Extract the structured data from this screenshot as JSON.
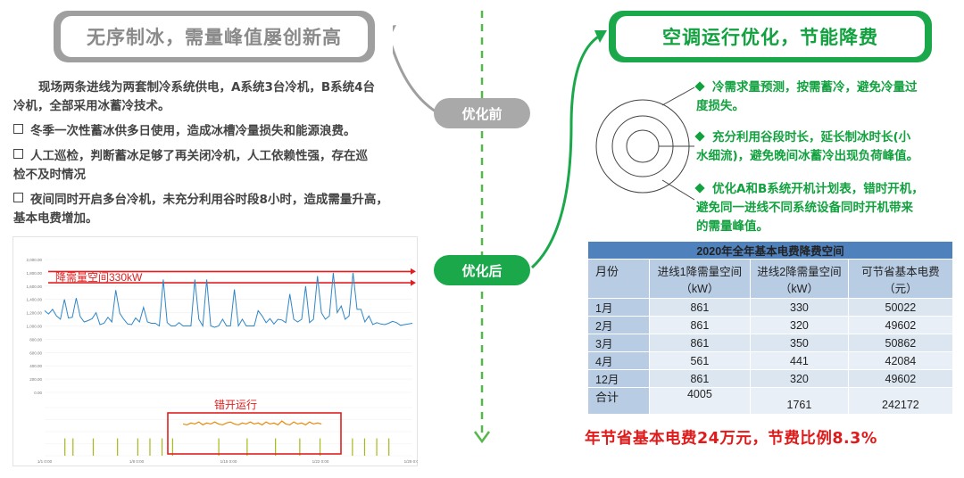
{
  "left": {
    "title": "无序制冰，需量峰值屡创新高",
    "intro_line1": "现场两条进线为两套制冷系统供电，A系统3台冷机，B系统4台",
    "intro_line2": "冷机，全部采用冰蓄冷技术。",
    "bullets": [
      {
        "lines": [
          "冬季一次性蓄冰供多日使用，造成冰槽冷量损失和能源浪费。"
        ]
      },
      {
        "lines": [
          "人工巡检，判断蓄冰足够了再关闭冷机，人工依赖性强，存在巡",
          "检不及时情况"
        ]
      },
      {
        "lines": [
          "夜间同时开启多台冷机，未充分利用谷时段8小时，造成需量升高，",
          "基本电费增加。"
        ]
      }
    ]
  },
  "center": {
    "before_label": "优化前",
    "after_label": "优化后"
  },
  "right": {
    "title": "空调运行优化，节能降费",
    "bullets": [
      {
        "lines": [
          "冷需求量预测，按需蓄冷，避免冷量过",
          "度损失。"
        ]
      },
      {
        "lines": [
          "充分利用谷段时长，延长制冰时长(小",
          "水细流)，避免晚间冰蓄冷出现负荷峰值。"
        ]
      },
      {
        "lines": [
          "优化A和B系统开机计划表，错时开机，",
          "避免同一进线不同系统设备同时开机带来",
          "的需量峰值。"
        ]
      }
    ],
    "table": {
      "caption": "2020年全年基本电费降费空间",
      "headers": [
        "月份",
        "进线1降需量空间（kW）",
        "进线2降需量空间（kW）",
        "可节省基本电费（元）"
      ],
      "rows": [
        [
          "1月",
          "861",
          "330",
          "50022"
        ],
        [
          "2月",
          "861",
          "320",
          "49602"
        ],
        [
          "3月",
          "861",
          "350",
          "50862"
        ],
        [
          "4月",
          "561",
          "441",
          "42084"
        ],
        [
          "12月",
          "861",
          "320",
          "49602"
        ],
        [
          "合计",
          "4005",
          "1761",
          "242172"
        ]
      ]
    },
    "summary": "年节省基本电费24万元，节费比例8.3%"
  },
  "chart_data": {
    "type": "line",
    "annotations": [
      "降需量空间330kW",
      "错开运行"
    ],
    "y_ticks": [
      "2,000.00",
      "1,800.00",
      "1,600.00",
      "1,400.00",
      "1,200.00",
      "1,000.00",
      "800.00",
      "600.00",
      "400.00",
      "200.00",
      "0.00"
    ],
    "x_ticks": [
      "1/1 0:00",
      "1/8 0:00",
      "1/15 0:00",
      "1/22 0:00",
      "1/29 0:00"
    ],
    "ylim": [
      0,
      2000
    ],
    "series": [
      {
        "color": "#2f86c7",
        "values": [
          1230,
          1180,
          1250,
          1150,
          1100,
          1400,
          1120,
          1130,
          1420,
          1140,
          1060,
          1080,
          1110,
          1200,
          1020,
          1040,
          1130,
          1060,
          1540,
          1190,
          1100,
          1030,
          1020,
          1120,
          1060,
          1280,
          1060,
          1040,
          1040,
          1000,
          1700,
          1050,
          1000,
          1000,
          1050,
          1000,
          1000,
          1000,
          1700,
          1100,
          1000,
          1700,
          1000,
          980,
          1000,
          1100,
          1000,
          1000,
          1550,
          1000,
          1100,
          1000,
          1000,
          1000,
          1230,
          1150,
          1050,
          1110,
          1030,
          1100,
          1090,
          1050,
          1480,
          1100,
          1060,
          1100,
          1600,
          1050,
          1100,
          1750,
          1200,
          1100,
          1150,
          1800,
          1200,
          1300,
          1100,
          1150,
          1800,
          1250,
          1250,
          1060,
          1150,
          1020,
          1050,
          1030,
          1020,
          1040,
          1070,
          1050,
          1010,
          1020,
          1030,
          1040
        ]
      },
      {
        "color": "#e88a0b",
        "values": [
          0,
          0,
          0,
          0,
          0,
          0,
          0,
          0,
          0,
          0,
          0,
          0,
          0,
          0,
          0,
          0,
          0,
          0,
          0,
          0,
          0,
          0,
          0,
          0,
          0,
          0,
          0,
          0,
          0,
          0,
          0,
          0,
          0,
          0,
          0,
          330,
          320,
          340,
          330,
          350,
          320,
          340,
          330,
          350,
          330,
          320,
          340,
          350,
          330,
          320,
          340,
          330,
          350,
          330,
          340,
          320,
          350,
          330,
          340,
          320,
          360,
          330,
          320,
          350,
          330,
          340,
          320,
          350,
          330,
          340,
          330,
          0,
          0,
          0,
          0,
          0,
          0,
          0,
          0,
          0,
          0,
          0,
          0,
          0,
          0,
          0,
          0,
          0,
          0,
          0,
          0,
          0,
          0,
          0
        ]
      }
    ],
    "spikes": [
      {
        "x": 25,
        "height": 180,
        "color": "#a8b817"
      },
      {
        "x": 35,
        "height": 180,
        "color": "#a8b817"
      },
      {
        "x": 60,
        "height": 180,
        "color": "#a8b817"
      },
      {
        "x": 90,
        "height": 180,
        "color": "#a8b817"
      },
      {
        "x": 115,
        "height": 180,
        "color": "#a8b817"
      },
      {
        "x": 130,
        "height": 180,
        "color": "#a8b817"
      },
      {
        "x": 145,
        "height": 180,
        "color": "#a8b817"
      },
      {
        "x": 158,
        "height": 180,
        "color": "#a8b817"
      },
      {
        "x": 215,
        "height": 180,
        "color": "#a8b817"
      },
      {
        "x": 250,
        "height": 180,
        "color": "#a8b817"
      },
      {
        "x": 285,
        "height": 180,
        "color": "#a8b817"
      },
      {
        "x": 315,
        "height": 180,
        "color": "#a8b817"
      },
      {
        "x": 340,
        "height": 180,
        "color": "#a8b817"
      },
      {
        "x": 380,
        "height": 180,
        "color": "#a8b817"
      },
      {
        "x": 395,
        "height": 180,
        "color": "#a8b817"
      },
      {
        "x": 410,
        "height": 180,
        "color": "#a8b817"
      },
      {
        "x": 425,
        "height": 180,
        "color": "#a8b817"
      }
    ],
    "reference_lines": [
      {
        "value": 1820,
        "color": "#e02020"
      },
      {
        "value": 1650,
        "color": "#e02020"
      }
    ]
  },
  "colors": {
    "gray": "#9f9f9f",
    "green": "#1aa84a",
    "red": "#e01b1b",
    "table_header": "#4f81bd"
  }
}
